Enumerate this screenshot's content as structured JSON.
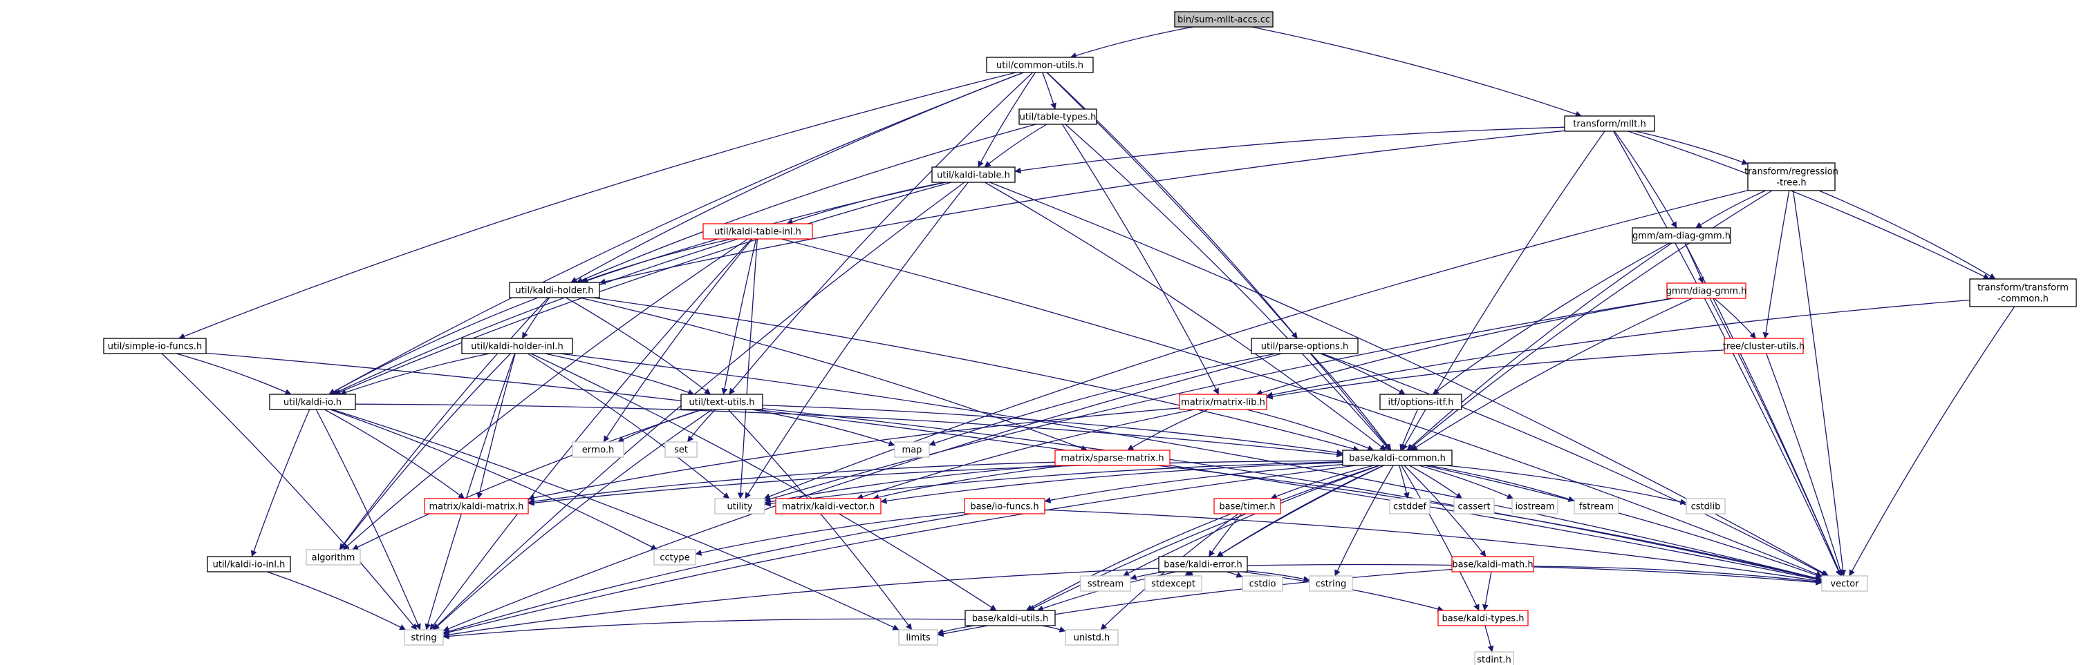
{
  "graph": {
    "colors": {
      "edge": "#191970",
      "root_fill": "#bfbfbf",
      "root_border": "#000000",
      "normal_border": "#000000",
      "truncated_border": "#ff0000",
      "system_border": "#bfbfbf"
    },
    "nodes": [
      {
        "id": "root",
        "kind": "root",
        "lines": [
          "bin/sum-mllt-accs.cc"
        ]
      },
      {
        "id": "common_utils",
        "kind": "normal",
        "lines": [
          "util/common-utils.h"
        ]
      },
      {
        "id": "mllt",
        "kind": "normal",
        "lines": [
          "transform/mllt.h"
        ]
      },
      {
        "id": "table_types",
        "kind": "normal",
        "lines": [
          "util/table-types.h"
        ]
      },
      {
        "id": "kaldi_table",
        "kind": "normal",
        "lines": [
          "util/kaldi-table.h"
        ]
      },
      {
        "id": "regression_tree",
        "kind": "normal",
        "lines": [
          "transform/regression",
          "-tree.h"
        ]
      },
      {
        "id": "kaldi_table_inl",
        "kind": "truncated",
        "lines": [
          "util/kaldi-table-inl.h"
        ]
      },
      {
        "id": "am_diag_gmm",
        "kind": "normal",
        "lines": [
          "gmm/am-diag-gmm.h"
        ]
      },
      {
        "id": "kaldi_holder",
        "kind": "normal",
        "lines": [
          "util/kaldi-holder.h"
        ]
      },
      {
        "id": "diag_gmm",
        "kind": "truncated",
        "lines": [
          "gmm/diag-gmm.h"
        ]
      },
      {
        "id": "transform_common",
        "kind": "normal",
        "lines": [
          "transform/transform",
          "-common.h"
        ]
      },
      {
        "id": "simple_io_funcs",
        "kind": "normal",
        "lines": [
          "util/simple-io-funcs.h"
        ]
      },
      {
        "id": "kaldi_holder_inl",
        "kind": "normal",
        "lines": [
          "util/kaldi-holder-inl.h"
        ]
      },
      {
        "id": "parse_options",
        "kind": "normal",
        "lines": [
          "util/parse-options.h"
        ]
      },
      {
        "id": "cluster_utils",
        "kind": "truncated",
        "lines": [
          "tree/cluster-utils.h"
        ]
      },
      {
        "id": "kaldi_io",
        "kind": "normal",
        "lines": [
          "util/kaldi-io.h"
        ]
      },
      {
        "id": "text_utils",
        "kind": "normal",
        "lines": [
          "util/text-utils.h"
        ]
      },
      {
        "id": "matrix_lib",
        "kind": "truncated",
        "lines": [
          "matrix/matrix-lib.h"
        ]
      },
      {
        "id": "options_itf",
        "kind": "normal",
        "lines": [
          "itf/options-itf.h"
        ]
      },
      {
        "id": "errno",
        "kind": "system",
        "lines": [
          "errno.h"
        ]
      },
      {
        "id": "set",
        "kind": "system",
        "lines": [
          "set"
        ]
      },
      {
        "id": "map",
        "kind": "system",
        "lines": [
          "map"
        ]
      },
      {
        "id": "sparse_matrix",
        "kind": "truncated",
        "lines": [
          "matrix/sparse-matrix.h"
        ]
      },
      {
        "id": "kaldi_common",
        "kind": "normal",
        "lines": [
          "base/kaldi-common.h"
        ]
      },
      {
        "id": "kaldi_matrix",
        "kind": "truncated",
        "lines": [
          "matrix/kaldi-matrix.h"
        ]
      },
      {
        "id": "utility",
        "kind": "system",
        "lines": [
          "utility"
        ]
      },
      {
        "id": "kaldi_vector",
        "kind": "truncated",
        "lines": [
          "matrix/kaldi-vector.h"
        ]
      },
      {
        "id": "io_funcs",
        "kind": "truncated",
        "lines": [
          "base/io-funcs.h"
        ]
      },
      {
        "id": "timer",
        "kind": "truncated",
        "lines": [
          "base/timer.h"
        ]
      },
      {
        "id": "cstddef",
        "kind": "system",
        "lines": [
          "cstddef"
        ]
      },
      {
        "id": "cassert",
        "kind": "system",
        "lines": [
          "cassert"
        ]
      },
      {
        "id": "iostream",
        "kind": "system",
        "lines": [
          "iostream"
        ]
      },
      {
        "id": "fstream",
        "kind": "system",
        "lines": [
          "fstream"
        ]
      },
      {
        "id": "cstdlib",
        "kind": "system",
        "lines": [
          "cstdlib"
        ]
      },
      {
        "id": "algorithm",
        "kind": "system",
        "lines": [
          "algorithm"
        ]
      },
      {
        "id": "cctype",
        "kind": "system",
        "lines": [
          "cctype"
        ]
      },
      {
        "id": "kaldi_io_inl",
        "kind": "normal",
        "lines": [
          "util/kaldi-io-inl.h"
        ]
      },
      {
        "id": "kaldi_error",
        "kind": "normal",
        "lines": [
          "base/kaldi-error.h"
        ]
      },
      {
        "id": "kaldi_math",
        "kind": "truncated",
        "lines": [
          "base/kaldi-math.h"
        ]
      },
      {
        "id": "sstream",
        "kind": "system",
        "lines": [
          "sstream"
        ]
      },
      {
        "id": "stdexcept",
        "kind": "system",
        "lines": [
          "stdexcept"
        ]
      },
      {
        "id": "cstdio",
        "kind": "system",
        "lines": [
          "cstdio"
        ]
      },
      {
        "id": "cstring",
        "kind": "system",
        "lines": [
          "cstring"
        ]
      },
      {
        "id": "vector",
        "kind": "system",
        "lines": [
          "vector"
        ]
      },
      {
        "id": "kaldi_utils",
        "kind": "normal",
        "lines": [
          "base/kaldi-utils.h"
        ]
      },
      {
        "id": "kaldi_types",
        "kind": "truncated",
        "lines": [
          "base/kaldi-types.h"
        ]
      },
      {
        "id": "string",
        "kind": "system",
        "lines": [
          "string"
        ]
      },
      {
        "id": "limits",
        "kind": "system",
        "lines": [
          "limits"
        ]
      },
      {
        "id": "unistd",
        "kind": "system",
        "lines": [
          "unistd.h"
        ]
      },
      {
        "id": "stdint",
        "kind": "system",
        "lines": [
          "stdint.h"
        ]
      }
    ],
    "edges": [
      [
        "root",
        "common_utils"
      ],
      [
        "root",
        "mllt"
      ],
      [
        "common_utils",
        "table_types"
      ],
      [
        "common_utils",
        "kaldi_table"
      ],
      [
        "common_utils",
        "kaldi_holder"
      ],
      [
        "common_utils",
        "simple_io_funcs"
      ],
      [
        "common_utils",
        "kaldi_io"
      ],
      [
        "common_utils",
        "text_utils"
      ],
      [
        "common_utils",
        "parse_options"
      ],
      [
        "common_utils",
        "kaldi_common"
      ],
      [
        "mllt",
        "kaldi_table"
      ],
      [
        "mllt",
        "kaldi_holder"
      ],
      [
        "mllt",
        "regression_tree"
      ],
      [
        "mllt",
        "am_diag_gmm"
      ],
      [
        "mllt",
        "transform_common"
      ],
      [
        "mllt",
        "kaldi_common"
      ],
      [
        "mllt",
        "vector"
      ],
      [
        "table_types",
        "kaldi_table"
      ],
      [
        "table_types",
        "kaldi_holder"
      ],
      [
        "table_types",
        "matrix_lib"
      ],
      [
        "table_types",
        "kaldi_common"
      ],
      [
        "kaldi_table",
        "kaldi_table_inl"
      ],
      [
        "kaldi_table",
        "kaldi_holder"
      ],
      [
        "kaldi_table",
        "kaldi_io"
      ],
      [
        "kaldi_table",
        "kaldi_common"
      ],
      [
        "kaldi_table",
        "utility"
      ],
      [
        "kaldi_table",
        "string"
      ],
      [
        "kaldi_table",
        "vector"
      ],
      [
        "regression_tree",
        "am_diag_gmm"
      ],
      [
        "regression_tree",
        "cluster_utils"
      ],
      [
        "regression_tree",
        "transform_common"
      ],
      [
        "regression_tree",
        "kaldi_common"
      ],
      [
        "regression_tree",
        "vector"
      ],
      [
        "regression_tree",
        "utility"
      ],
      [
        "kaldi_table_inl",
        "kaldi_holder"
      ],
      [
        "kaldi_table_inl",
        "kaldi_io"
      ],
      [
        "kaldi_table_inl",
        "text_utils"
      ],
      [
        "kaldi_table_inl",
        "errno"
      ],
      [
        "kaldi_table_inl",
        "utility"
      ],
      [
        "kaldi_table_inl",
        "string"
      ],
      [
        "kaldi_table_inl",
        "vector"
      ],
      [
        "kaldi_table_inl",
        "algorithm"
      ],
      [
        "am_diag_gmm",
        "diag_gmm"
      ],
      [
        "am_diag_gmm",
        "options_itf"
      ],
      [
        "am_diag_gmm",
        "kaldi_common"
      ],
      [
        "am_diag_gmm",
        "vector"
      ],
      [
        "kaldi_holder",
        "kaldi_holder_inl"
      ],
      [
        "kaldi_holder",
        "kaldi_io"
      ],
      [
        "kaldi_holder",
        "text_utils"
      ],
      [
        "kaldi_holder",
        "sparse_matrix"
      ],
      [
        "kaldi_holder",
        "kaldi_common"
      ],
      [
        "kaldi_holder",
        "algorithm"
      ],
      [
        "diag_gmm",
        "cluster_utils"
      ],
      [
        "diag_gmm",
        "matrix_lib"
      ],
      [
        "diag_gmm",
        "kaldi_common"
      ],
      [
        "diag_gmm",
        "utility"
      ],
      [
        "diag_gmm",
        "vector"
      ],
      [
        "transform_common",
        "matrix_lib"
      ],
      [
        "transform_common",
        "vector"
      ],
      [
        "simple_io_funcs",
        "kaldi_io"
      ],
      [
        "simple_io_funcs",
        "string"
      ],
      [
        "simple_io_funcs",
        "vector"
      ],
      [
        "kaldi_holder_inl",
        "kaldi_io"
      ],
      [
        "kaldi_holder_inl",
        "text_utils"
      ],
      [
        "kaldi_holder_inl",
        "kaldi_matrix"
      ],
      [
        "kaldi_holder_inl",
        "kaldi_utils"
      ],
      [
        "kaldi_holder_inl",
        "utility"
      ],
      [
        "kaldi_holder_inl",
        "string"
      ],
      [
        "kaldi_holder_inl",
        "algorithm"
      ],
      [
        "kaldi_holder_inl",
        "vector"
      ],
      [
        "parse_options",
        "options_itf"
      ],
      [
        "parse_options",
        "kaldi_common"
      ],
      [
        "parse_options",
        "map"
      ],
      [
        "parse_options",
        "string"
      ],
      [
        "parse_options",
        "vector"
      ],
      [
        "cluster_utils",
        "matrix_lib"
      ],
      [
        "cluster_utils",
        "vector"
      ],
      [
        "kaldi_io",
        "kaldi_io_inl"
      ],
      [
        "kaldi_io",
        "kaldi_common"
      ],
      [
        "kaldi_io",
        "kaldi_matrix"
      ],
      [
        "kaldi_io",
        "cctype"
      ],
      [
        "kaldi_io",
        "string"
      ],
      [
        "kaldi_io",
        "limits"
      ],
      [
        "text_utils",
        "errno"
      ],
      [
        "text_utils",
        "set"
      ],
      [
        "text_utils",
        "map"
      ],
      [
        "text_utils",
        "kaldi_common"
      ],
      [
        "text_utils",
        "algorithm"
      ],
      [
        "text_utils",
        "string"
      ],
      [
        "text_utils",
        "limits"
      ],
      [
        "text_utils",
        "vector"
      ],
      [
        "matrix_lib",
        "sparse_matrix"
      ],
      [
        "matrix_lib",
        "kaldi_common"
      ],
      [
        "matrix_lib",
        "kaldi_matrix"
      ],
      [
        "matrix_lib",
        "kaldi_vector"
      ],
      [
        "options_itf",
        "kaldi_common"
      ],
      [
        "sparse_matrix",
        "kaldi_matrix"
      ],
      [
        "sparse_matrix",
        "kaldi_vector"
      ],
      [
        "sparse_matrix",
        "utility"
      ],
      [
        "sparse_matrix",
        "vector"
      ],
      [
        "kaldi_common",
        "kaldi_vector"
      ],
      [
        "kaldi_common",
        "kaldi_matrix"
      ],
      [
        "kaldi_common",
        "utility"
      ],
      [
        "kaldi_common",
        "io_funcs"
      ],
      [
        "kaldi_common",
        "timer"
      ],
      [
        "kaldi_common",
        "cstddef"
      ],
      [
        "kaldi_common",
        "cassert"
      ],
      [
        "kaldi_common",
        "iostream"
      ],
      [
        "kaldi_common",
        "fstream"
      ],
      [
        "kaldi_common",
        "cstdlib"
      ],
      [
        "kaldi_common",
        "kaldi_error"
      ],
      [
        "kaldi_common",
        "kaldi_math"
      ],
      [
        "kaldi_common",
        "kaldi_types"
      ],
      [
        "kaldi_common",
        "kaldi_utils"
      ],
      [
        "kaldi_common",
        "sstream"
      ],
      [
        "kaldi_common",
        "stdexcept"
      ],
      [
        "kaldi_common",
        "cstring"
      ],
      [
        "kaldi_common",
        "vector"
      ],
      [
        "kaldi_common",
        "string"
      ],
      [
        "io_funcs",
        "cctype"
      ],
      [
        "io_funcs",
        "string"
      ],
      [
        "io_funcs",
        "vector"
      ],
      [
        "timer",
        "kaldi_error"
      ],
      [
        "timer",
        "kaldi_utils"
      ],
      [
        "timer",
        "unistd"
      ],
      [
        "kaldi_io_inl",
        "string"
      ],
      [
        "kaldi_error",
        "kaldi_utils"
      ],
      [
        "kaldi_error",
        "kaldi_types"
      ],
      [
        "kaldi_error",
        "sstream"
      ],
      [
        "kaldi_error",
        "stdexcept"
      ],
      [
        "kaldi_error",
        "cstdio"
      ],
      [
        "kaldi_error",
        "cstring"
      ],
      [
        "kaldi_error",
        "string"
      ],
      [
        "kaldi_error",
        "vector"
      ],
      [
        "kaldi_math",
        "kaldi_types"
      ],
      [
        "kaldi_math",
        "limits"
      ],
      [
        "kaldi_math",
        "vector"
      ],
      [
        "kaldi_utils",
        "string"
      ],
      [
        "kaldi_utils",
        "limits"
      ],
      [
        "kaldi_utils",
        "unistd"
      ],
      [
        "kaldi_types",
        "stdint"
      ]
    ]
  }
}
